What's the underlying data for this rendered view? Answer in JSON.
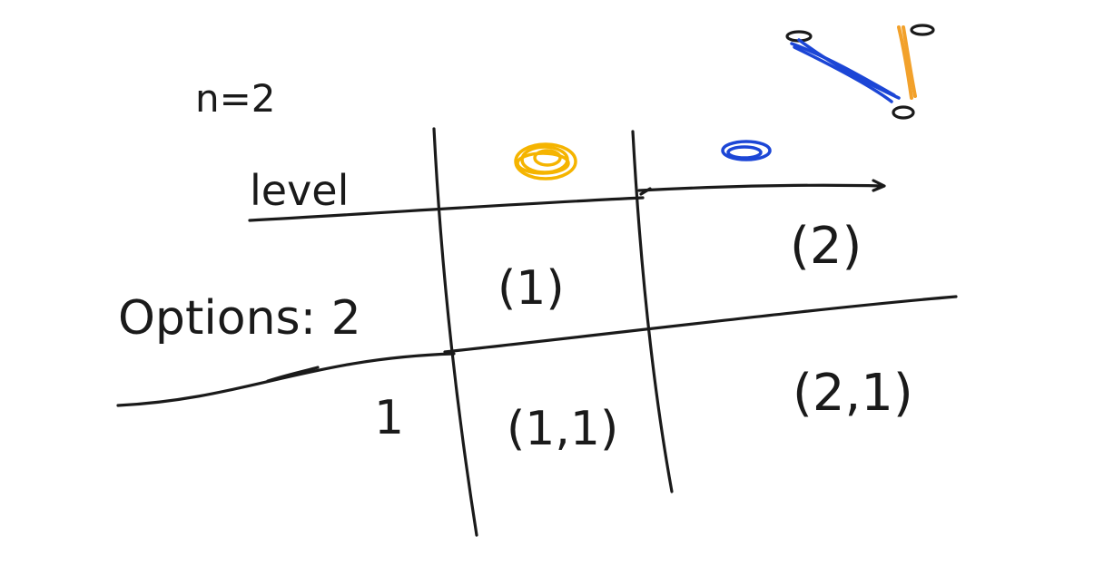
{
  "note": {
    "formula": "n=2"
  },
  "table": {
    "column_header_label": "level",
    "row_header_label": "Options: 2",
    "row_header_label_2": "1",
    "cells": [
      "(1)",
      "(2)",
      "(1,1)",
      "(2,1)"
    ]
  },
  "colors": {
    "yellow": "#f5b400",
    "blue": "#1c46d6",
    "orange": "#f2a12b",
    "ink": "#1a1a1a"
  }
}
